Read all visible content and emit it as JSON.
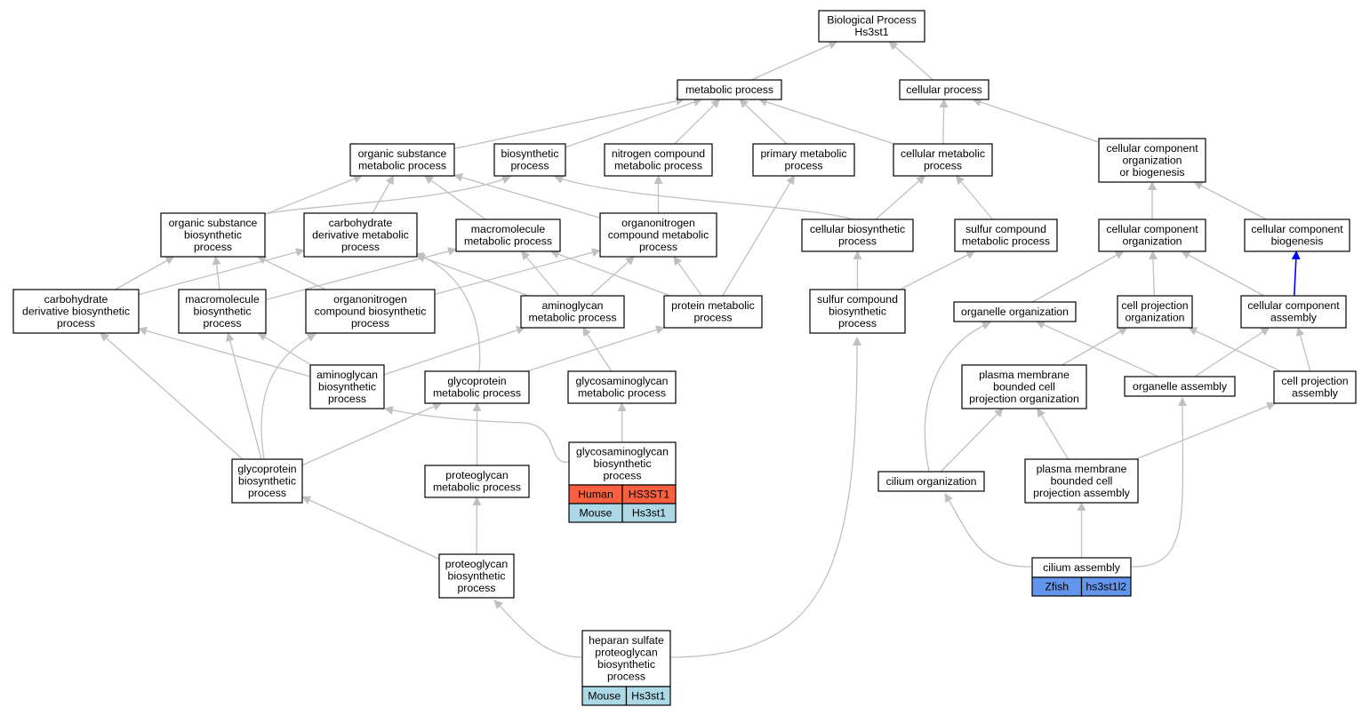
{
  "colors": {
    "edge": "#c0c0c0",
    "edge_highlight": "#0000ff",
    "human": "#fa6040",
    "mouse": "#add8e6",
    "zfish": "#6495ed"
  },
  "nodes": {
    "bio_process": [
      "Biological Process",
      "Hs3st1"
    ],
    "metabolic_process": [
      "metabolic process"
    ],
    "cellular_process": [
      "cellular process"
    ],
    "org_sub_metabolic": [
      "organic substance",
      "metabolic process"
    ],
    "biosynthetic": [
      "biosynthetic",
      "process"
    ],
    "nitrogen_metabolic": [
      "nitrogen compound",
      "metabolic process"
    ],
    "primary_metabolic": [
      "primary metabolic",
      "process"
    ],
    "cellular_metabolic": [
      "cellular metabolic",
      "process"
    ],
    "ccob": [
      "cellular component",
      "organization",
      "or biogenesis"
    ],
    "org_sub_biosynthetic": [
      "organic substance",
      "biosynthetic",
      "process"
    ],
    "carb_deriv_metabolic": [
      "carbohydrate",
      "derivative metabolic",
      "process"
    ],
    "macromolecule_metabolic": [
      "macromolecule",
      "metabolic process"
    ],
    "organonitrogen_metabolic": [
      "organonitrogen",
      "compound metabolic",
      "process"
    ],
    "cellular_biosynthetic": [
      "cellular biosynthetic",
      "process"
    ],
    "sulfur_metabolic": [
      "sulfur compound",
      "metabolic process"
    ],
    "cc_organization": [
      "cellular component",
      "organization"
    ],
    "cc_biogenesis": [
      "cellular component",
      "biogenesis"
    ],
    "carb_deriv_biosynthetic": [
      "carbohydrate",
      "derivative biosynthetic",
      "process"
    ],
    "macromolecule_biosynthetic": [
      "macromolecule",
      "biosynthetic",
      "process"
    ],
    "organonitrogen_biosynthetic": [
      "organonitrogen",
      "compound biosynthetic",
      "process"
    ],
    "aminoglycan_metabolic": [
      "aminoglycan",
      "metabolic process"
    ],
    "protein_metabolic": [
      "protein metabolic",
      "process"
    ],
    "sulfur_biosynthetic": [
      "sulfur compound",
      "biosynthetic",
      "process"
    ],
    "organelle_organization": [
      "organelle organization"
    ],
    "cell_projection_org": [
      "cell projection",
      "organization"
    ],
    "cc_assembly": [
      "cellular component",
      "assembly"
    ],
    "aminoglycan_biosynthetic": [
      "aminoglycan",
      "biosynthetic",
      "process"
    ],
    "glycoprotein_metabolic": [
      "glycoprotein",
      "metabolic process"
    ],
    "gag_metabolic": [
      "glycosaminoglycan",
      "metabolic process"
    ],
    "pm_cell_proj_org": [
      "plasma membrane",
      "bounded cell",
      "projection organization"
    ],
    "organelle_assembly": [
      "organelle assembly"
    ],
    "cell_projection_assembly": [
      "cell projection",
      "assembly"
    ],
    "gag_biosynthetic": [
      "glycosaminoglycan",
      "biosynthetic",
      "process"
    ],
    "glycoprotein_biosynthetic": [
      "glycoprotein",
      "biosynthetic",
      "process"
    ],
    "proteoglycan_metabolic": [
      "proteoglycan",
      "metabolic process"
    ],
    "cilium_organization": [
      "cilium organization"
    ],
    "pm_cell_proj_assembly": [
      "plasma membrane",
      "bounded cell",
      "projection assembly"
    ],
    "proteoglycan_biosynthetic": [
      "proteoglycan",
      "biosynthetic",
      "process"
    ],
    "cilium_assembly": [
      "cilium assembly"
    ],
    "hs_proteoglycan_biosynthetic": [
      "heparan sulfate",
      "proteoglycan",
      "biosynthetic",
      "process"
    ]
  },
  "annotations": {
    "gag_biosynthetic": [
      {
        "species": "Human",
        "gene": "HS3ST1",
        "color": "#fa6040"
      },
      {
        "species": "Mouse",
        "gene": "Hs3st1",
        "color": "#add8e6"
      }
    ],
    "cilium_assembly": [
      {
        "species": "Zfish",
        "gene": "hs3st1l2",
        "color": "#6495ed"
      }
    ],
    "hs_proteoglycan_biosynthetic": [
      {
        "species": "Mouse",
        "gene": "Hs3st1",
        "color": "#add8e6"
      }
    ]
  },
  "edges": [
    [
      "metabolic_process",
      "bio_process"
    ],
    [
      "cellular_process",
      "bio_process"
    ],
    [
      "org_sub_metabolic",
      "metabolic_process"
    ],
    [
      "biosynthetic",
      "metabolic_process"
    ],
    [
      "nitrogen_metabolic",
      "metabolic_process"
    ],
    [
      "primary_metabolic",
      "metabolic_process"
    ],
    [
      "cellular_metabolic",
      "metabolic_process"
    ],
    [
      "cellular_metabolic",
      "cellular_process"
    ],
    [
      "ccob",
      "cellular_process"
    ],
    [
      "org_sub_biosynthetic",
      "org_sub_metabolic"
    ],
    [
      "org_sub_biosynthetic",
      "biosynthetic"
    ],
    [
      "carb_deriv_metabolic",
      "org_sub_metabolic"
    ],
    [
      "macromolecule_metabolic",
      "org_sub_metabolic"
    ],
    [
      "organonitrogen_metabolic",
      "org_sub_metabolic"
    ],
    [
      "organonitrogen_metabolic",
      "nitrogen_metabolic"
    ],
    [
      "cellular_biosynthetic",
      "biosynthetic"
    ],
    [
      "cellular_biosynthetic",
      "cellular_metabolic"
    ],
    [
      "sulfur_metabolic",
      "cellular_metabolic"
    ],
    [
      "cc_organization",
      "ccob"
    ],
    [
      "cc_biogenesis",
      "ccob"
    ],
    [
      "carb_deriv_biosynthetic",
      "org_sub_biosynthetic"
    ],
    [
      "carb_deriv_biosynthetic",
      "carb_deriv_metabolic"
    ],
    [
      "macromolecule_biosynthetic",
      "org_sub_biosynthetic"
    ],
    [
      "macromolecule_biosynthetic",
      "macromolecule_metabolic"
    ],
    [
      "organonitrogen_biosynthetic",
      "org_sub_biosynthetic"
    ],
    [
      "organonitrogen_biosynthetic",
      "organonitrogen_metabolic"
    ],
    [
      "aminoglycan_metabolic",
      "carb_deriv_metabolic"
    ],
    [
      "aminoglycan_metabolic",
      "macromolecule_metabolic"
    ],
    [
      "aminoglycan_metabolic",
      "organonitrogen_metabolic"
    ],
    [
      "protein_metabolic",
      "macromolecule_metabolic"
    ],
    [
      "protein_metabolic",
      "organonitrogen_metabolic"
    ],
    [
      "protein_metabolic",
      "primary_metabolic"
    ],
    [
      "sulfur_biosynthetic",
      "cellular_biosynthetic"
    ],
    [
      "sulfur_biosynthetic",
      "sulfur_metabolic"
    ],
    [
      "organelle_organization",
      "cc_organization"
    ],
    [
      "cell_projection_org",
      "cc_organization"
    ],
    [
      "cc_assembly",
      "cc_organization"
    ],
    [
      "cc_assembly",
      "cc_biogenesis"
    ],
    [
      "aminoglycan_biosynthetic",
      "carb_deriv_biosynthetic"
    ],
    [
      "aminoglycan_biosynthetic",
      "macromolecule_biosynthetic"
    ],
    [
      "aminoglycan_biosynthetic",
      "aminoglycan_metabolic"
    ],
    [
      "glycoprotein_metabolic",
      "carb_deriv_metabolic"
    ],
    [
      "glycoprotein_metabolic",
      "protein_metabolic"
    ],
    [
      "gag_metabolic",
      "aminoglycan_metabolic"
    ],
    [
      "pm_cell_proj_org",
      "cell_projection_org"
    ],
    [
      "organelle_assembly",
      "organelle_organization"
    ],
    [
      "organelle_assembly",
      "cc_assembly"
    ],
    [
      "cell_projection_assembly",
      "cell_projection_org"
    ],
    [
      "cell_projection_assembly",
      "cc_assembly"
    ],
    [
      "gag_biosynthetic",
      "aminoglycan_biosynthetic"
    ],
    [
      "gag_biosynthetic",
      "gag_metabolic"
    ],
    [
      "glycoprotein_biosynthetic",
      "carb_deriv_biosynthetic"
    ],
    [
      "glycoprotein_biosynthetic",
      "macromolecule_biosynthetic"
    ],
    [
      "glycoprotein_biosynthetic",
      "organonitrogen_biosynthetic"
    ],
    [
      "glycoprotein_biosynthetic",
      "glycoprotein_metabolic"
    ],
    [
      "proteoglycan_metabolic",
      "glycoprotein_metabolic"
    ],
    [
      "cilium_organization",
      "organelle_organization"
    ],
    [
      "cilium_organization",
      "pm_cell_proj_org"
    ],
    [
      "pm_cell_proj_assembly",
      "pm_cell_proj_org"
    ],
    [
      "pm_cell_proj_assembly",
      "cell_projection_assembly"
    ],
    [
      "proteoglycan_biosynthetic",
      "glycoprotein_biosynthetic"
    ],
    [
      "proteoglycan_biosynthetic",
      "proteoglycan_metabolic"
    ],
    [
      "cilium_assembly",
      "cilium_organization"
    ],
    [
      "cilium_assembly",
      "pm_cell_proj_assembly"
    ],
    [
      "cilium_assembly",
      "organelle_assembly"
    ],
    [
      "hs_proteoglycan_biosynthetic",
      "proteoglycan_biosynthetic"
    ],
    [
      "hs_proteoglycan_biosynthetic",
      "sulfur_biosynthetic"
    ]
  ],
  "highlighted_edges": [
    [
      "cc_assembly",
      "cc_biogenesis"
    ]
  ]
}
